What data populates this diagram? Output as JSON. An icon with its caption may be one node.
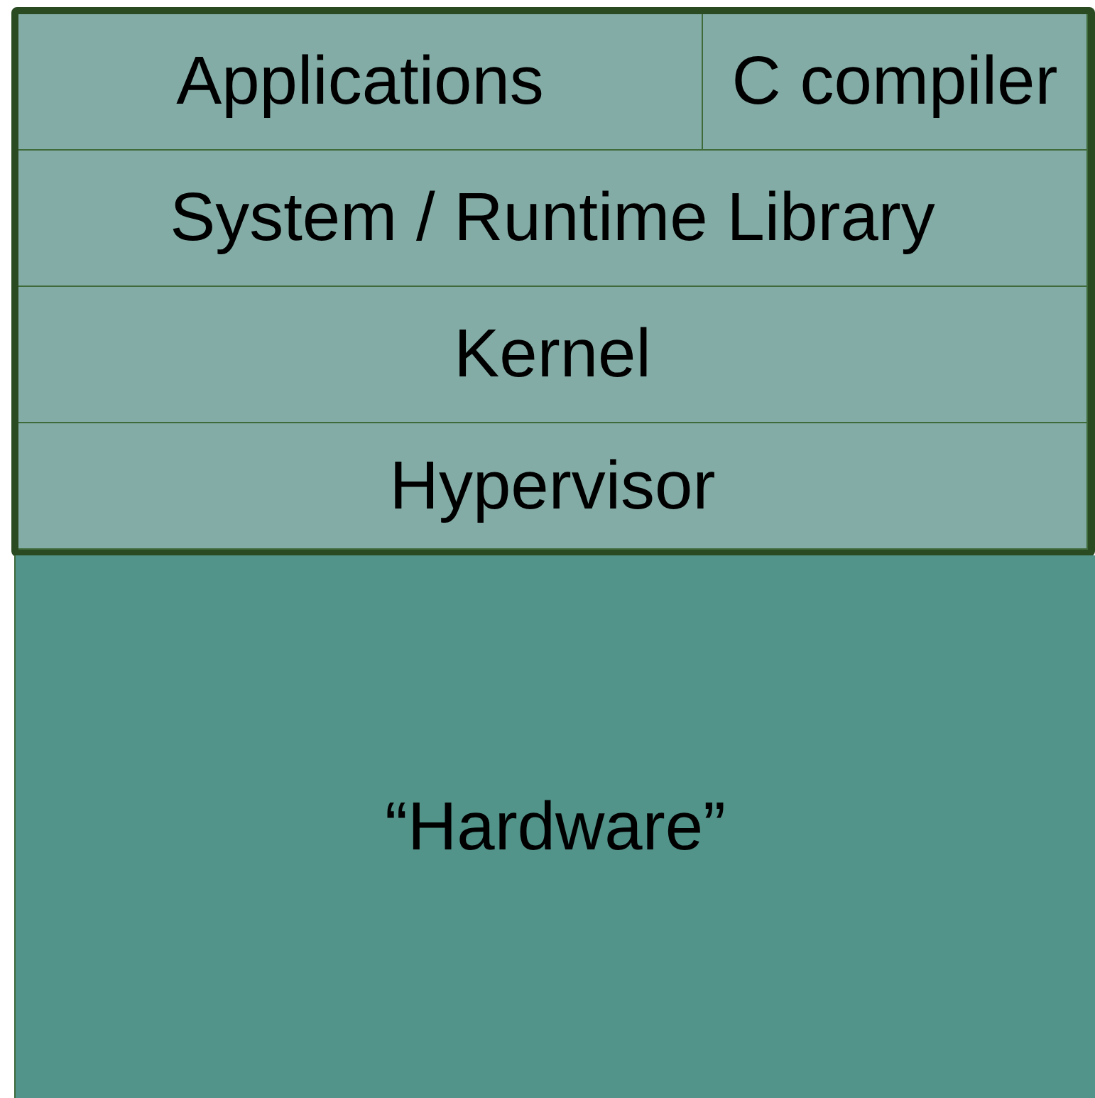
{
  "diagram": {
    "nodes": [
      {
        "text": [],
        "shape": "box"
      },
      {
        "text": [
          "Applications"
        ],
        "in": 0
      },
      {
        "text": [
          "C compiler"
        ],
        "in": 0
      },
      {
        "text": [
          "System / Runtime Library"
        ],
        "in": 0
      },
      {
        "text": [
          "Kernel"
        ],
        "in": 0
      },
      {
        "text": [
          "Hypervisor"
        ],
        "in": 0
      },
      {
        "text": [
          "“Hardware”"
        ]
      }
    ]
  }
}
